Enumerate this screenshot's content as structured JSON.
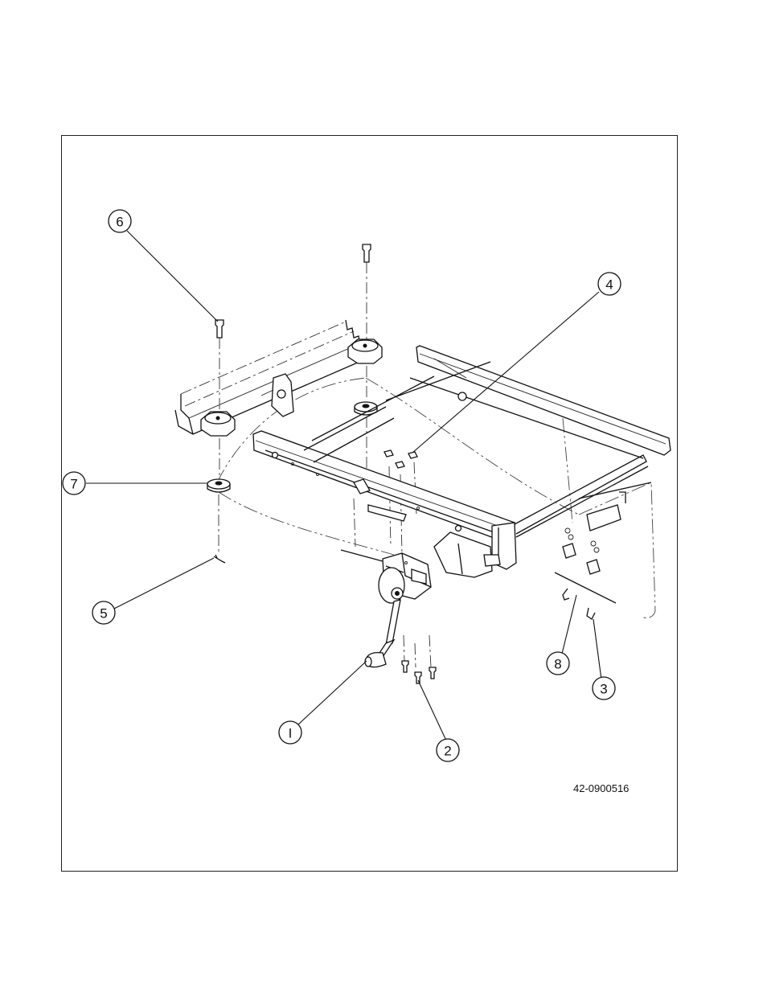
{
  "drawing_number": "42-0900516",
  "callouts": [
    {
      "id": "1",
      "label": "I"
    },
    {
      "id": "2",
      "label": "2"
    },
    {
      "id": "3",
      "label": "3"
    },
    {
      "id": "4",
      "label": "4"
    },
    {
      "id": "5",
      "label": "5"
    },
    {
      "id": "6",
      "label": "6"
    },
    {
      "id": "7",
      "label": "7"
    },
    {
      "id": "8",
      "label": "8"
    }
  ]
}
